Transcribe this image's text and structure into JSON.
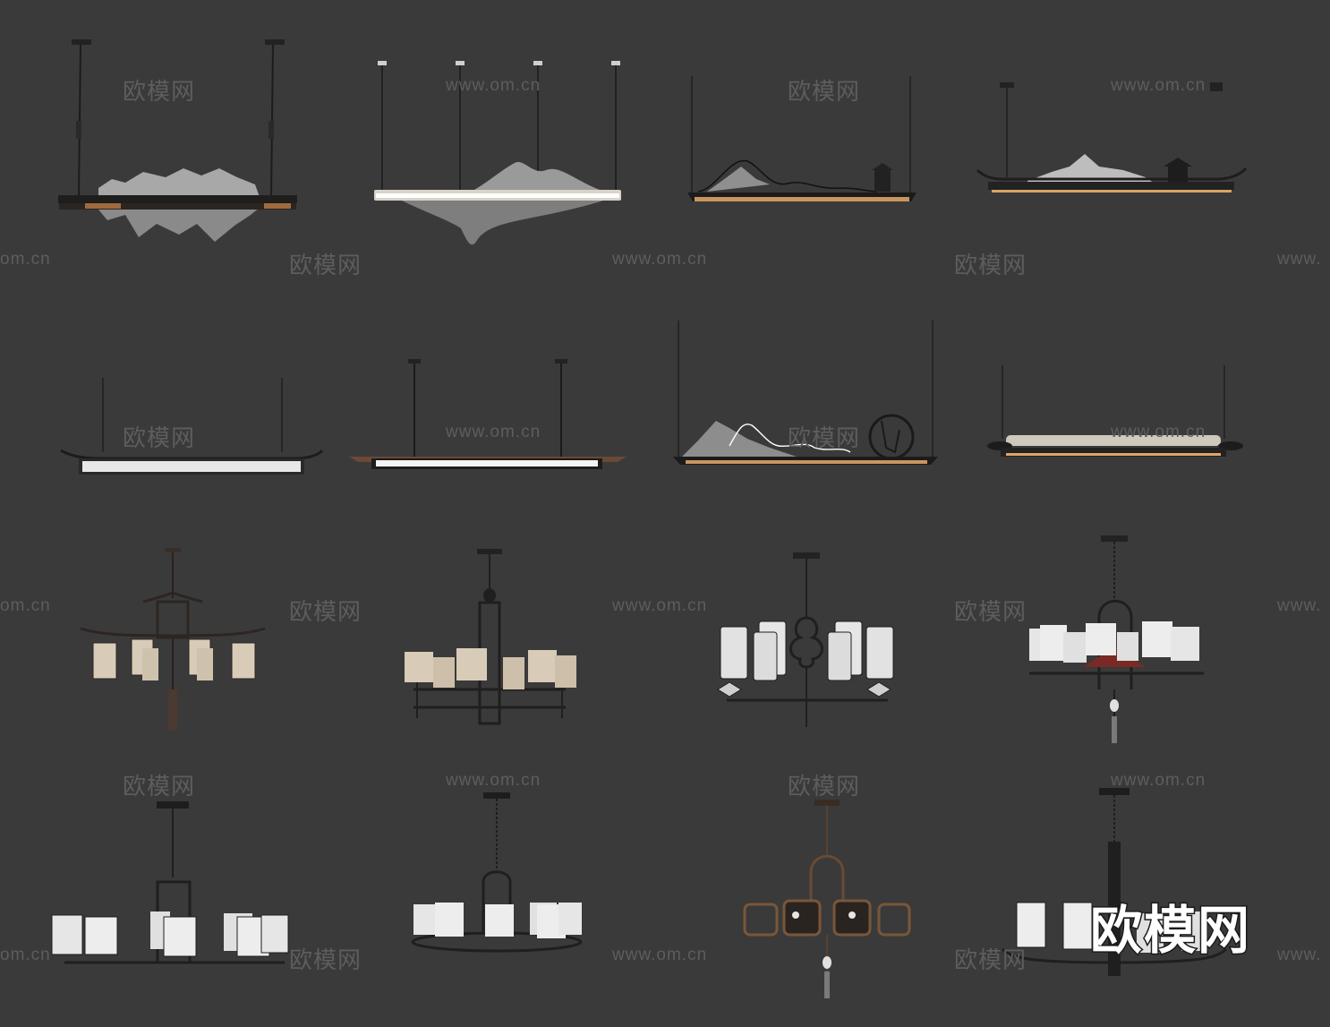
{
  "watermarks": {
    "logo": "欧模网",
    "url": "www.om.cn",
    "url_cut_left": "om.cn",
    "url_cut_right": "www.",
    "corner_logo": "欧模网"
  },
  "colors": {
    "background": "#3a3a3a",
    "metal_dark": "#1e1e1e",
    "lamp_shade_white": "#e6e6e6",
    "lamp_shade_beige": "#d8ccb8",
    "wood_trim": "#b07a4a",
    "mountain_gray": "#8f8f8f"
  }
}
